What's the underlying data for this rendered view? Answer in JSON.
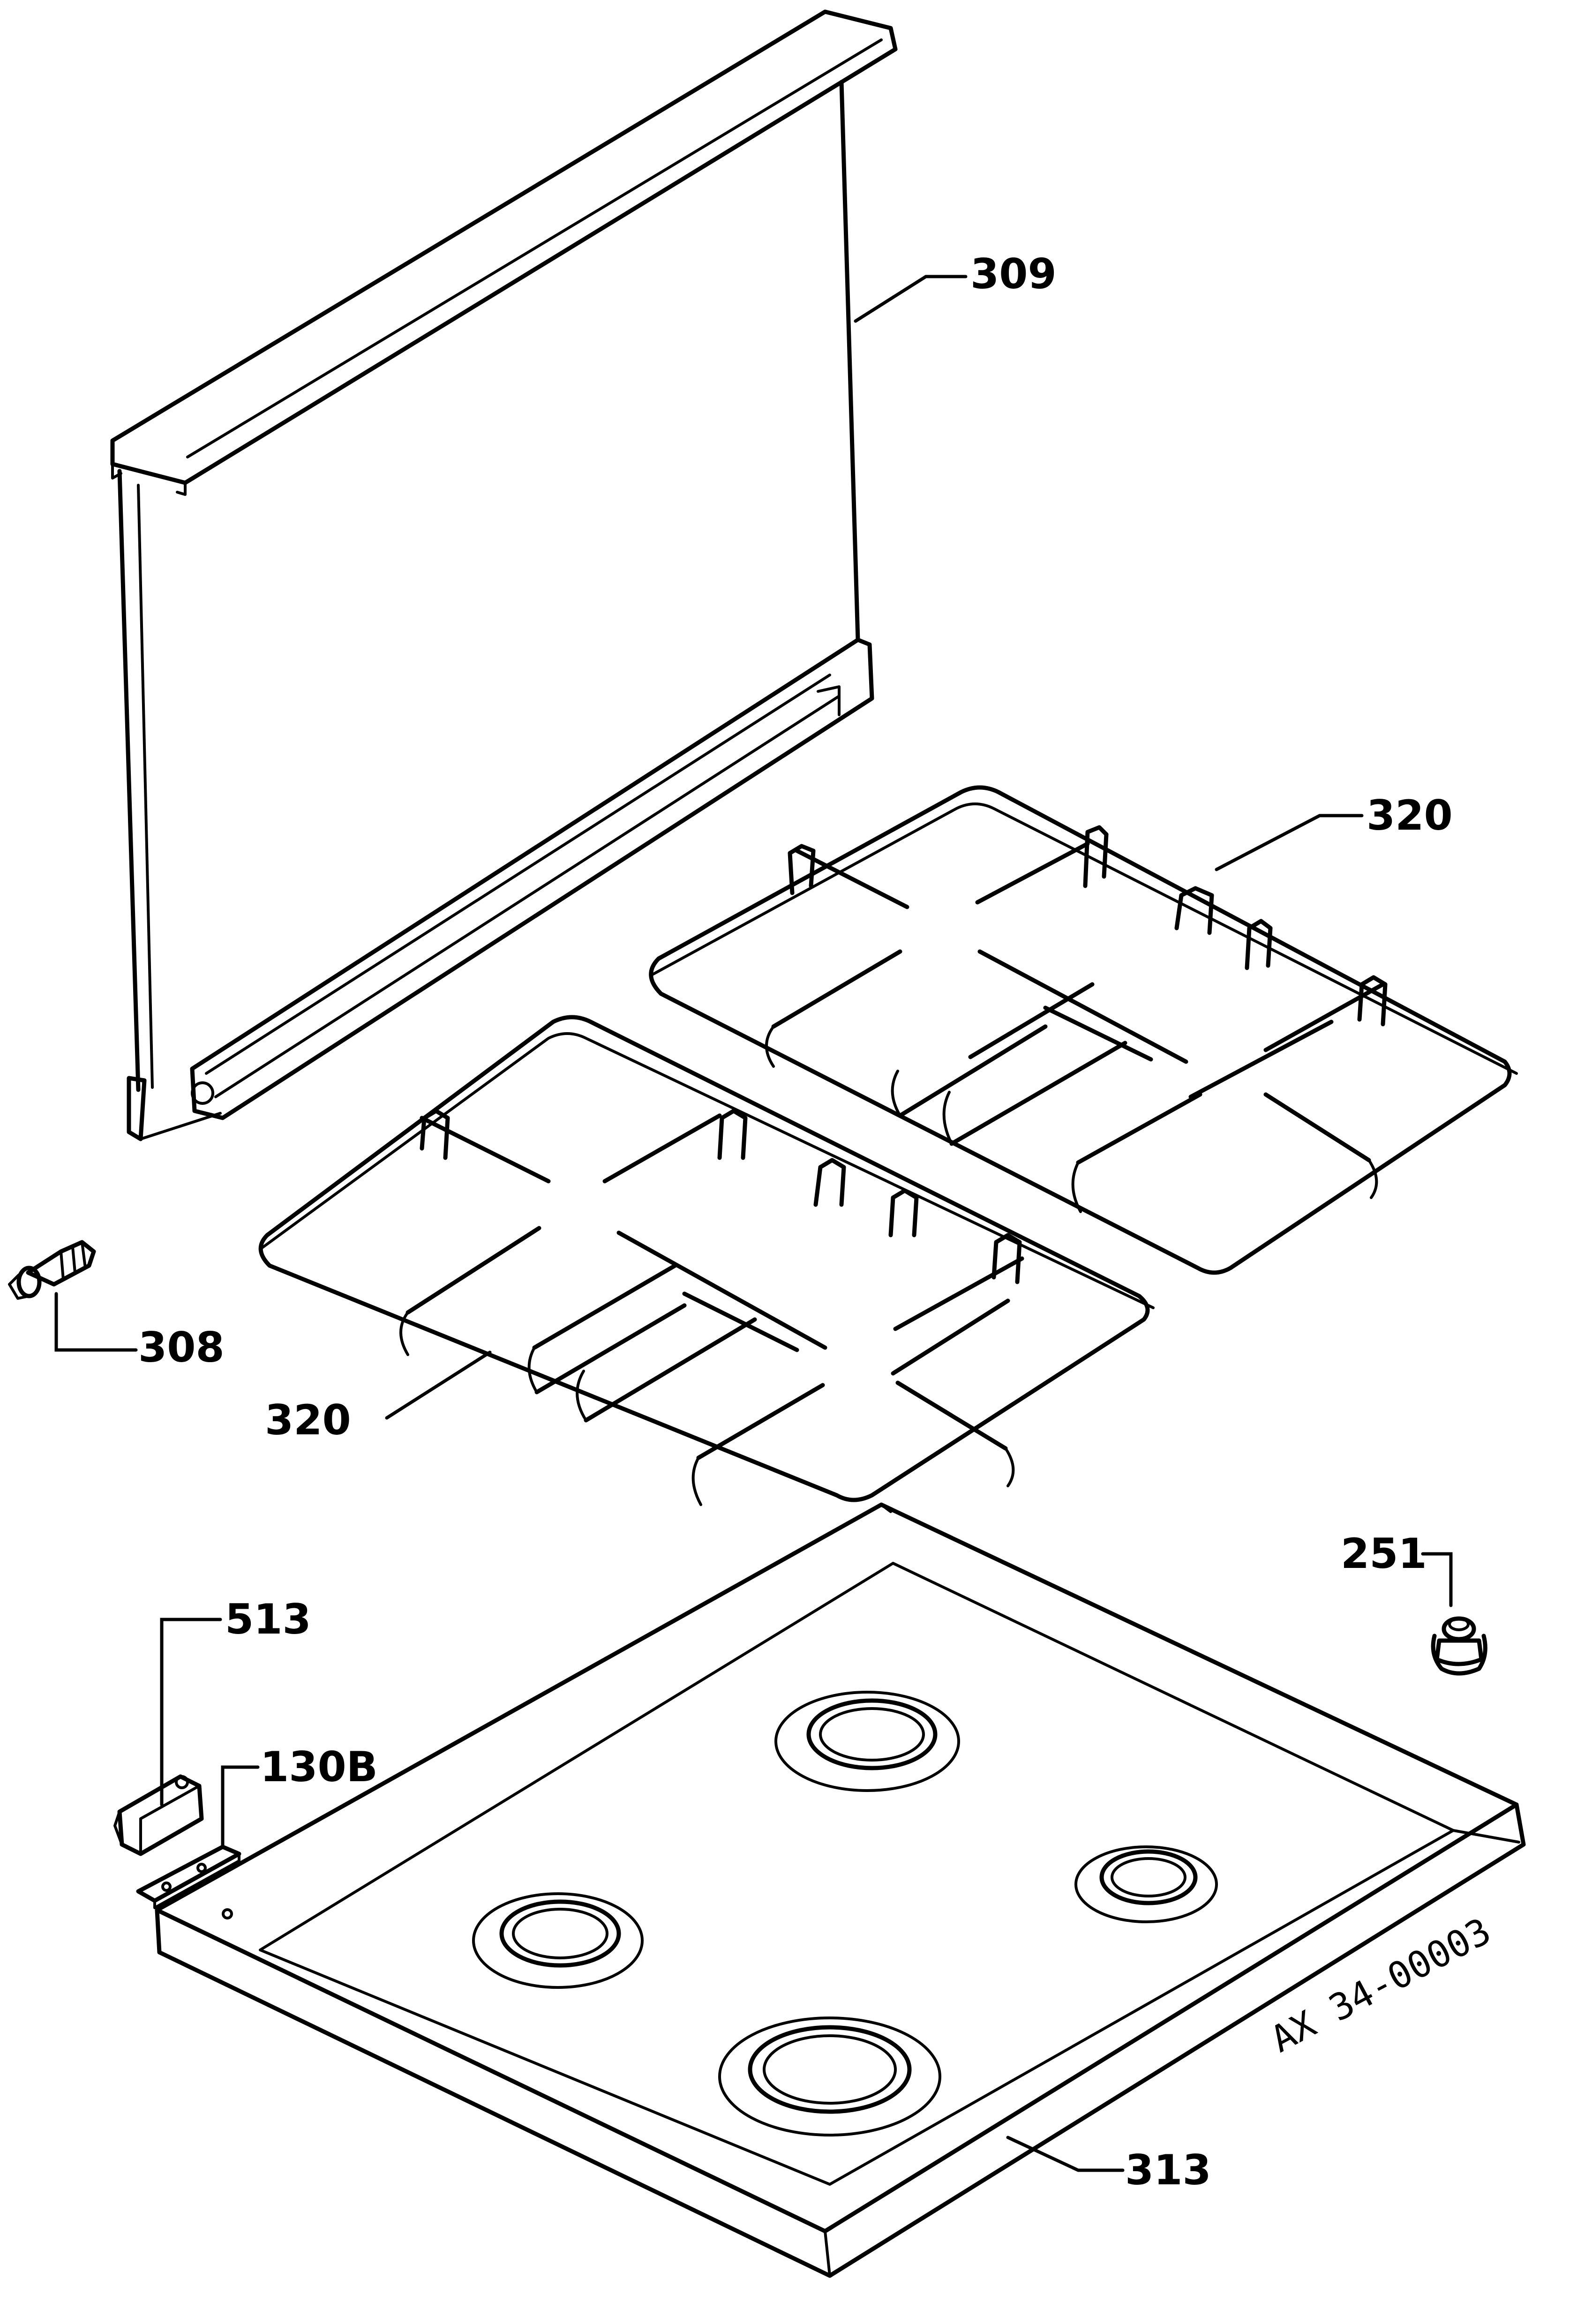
{
  "callouts": {
    "glass_lid": "309",
    "grid_right": "320",
    "grid_left": "320",
    "hinge_bolt": "308",
    "knob": "251",
    "hinge_cap": "513",
    "hinge_plate": "130B",
    "hob_top": "313"
  },
  "drawing_code": "AX 34-00003"
}
